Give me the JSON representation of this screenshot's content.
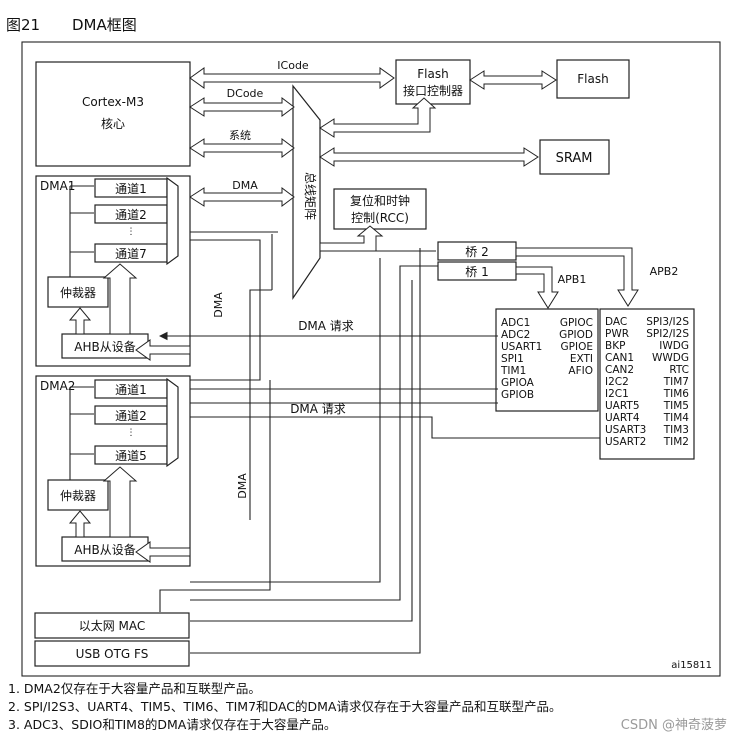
{
  "figure": {
    "number": "图21",
    "title": "DMA框图",
    "code": "ai15811"
  },
  "blocks": {
    "cortex": {
      "line1": "Cortex-M3",
      "line2": "核心"
    },
    "flash_ctrl": {
      "line1": "Flash",
      "line2": "接口控制器"
    },
    "flash": "Flash",
    "sram": "SRAM",
    "bus_matrix": "总线矩阵",
    "rcc": {
      "line1": "复位和时钟",
      "line2": "控制(RCC)"
    },
    "bridge2": "桥 2",
    "bridge1": "桥 1",
    "apb1": "APB1",
    "apb2": "APB2",
    "dma1": {
      "label": "DMA1",
      "ch1": "通道1",
      "ch2": "通道2",
      "ch7": "通道7",
      "arbiter": "仲裁器",
      "ahb_slave": "AHB从设备"
    },
    "dma2": {
      "label": "DMA2",
      "ch1": "通道1",
      "ch2": "通道2",
      "ch5": "通道5",
      "arbiter": "仲裁器",
      "ahb_slave": "AHB从设备"
    },
    "ethernet": "以太网 MAC",
    "usb": "USB OTG FS"
  },
  "buses": {
    "icode": "ICode",
    "dcode": "DCode",
    "system": "系统",
    "dma": "DMA",
    "dma_vertical": "DMA"
  },
  "requests": {
    "dma1": "DMA  请求",
    "dma2": "DMA  请求"
  },
  "apb1_periphs": {
    "col1": [
      "ADC1",
      "ADC2",
      "USART1",
      "SPI1",
      "TIM1",
      "GPIOA",
      "GPIOB"
    ],
    "col2": [
      "GPIOC",
      "GPIOD",
      "GPIOE",
      "EXTI",
      "AFIO"
    ]
  },
  "apb2_periphs": {
    "col1": [
      "DAC",
      "PWR",
      "BKP",
      "CAN1",
      "CAN2",
      "I2C2",
      "I2C1",
      "UART5",
      "UART4",
      "USART3",
      "USART2"
    ],
    "col2": [
      "SPI3/I2S",
      "SPI2/I2S",
      "IWDG",
      "WWDG",
      "RTC",
      "TIM7",
      "TIM6",
      "TIM5",
      "TIM4",
      "TIM3",
      "TIM2"
    ]
  },
  "notes": [
    "1.  DMA2仅存在于大容量产品和互联型产品。",
    "2.  SPI/I2S3、UART4、TIM5、TIM6、TIM7和DAC的DMA请求仅存在于大容量产品和互联型产品。",
    "3.  ADC3、SDIO和TIM8的DMA请求仅存在于大容量产品。"
  ],
  "watermark": "CSDN @神奇菠萝"
}
